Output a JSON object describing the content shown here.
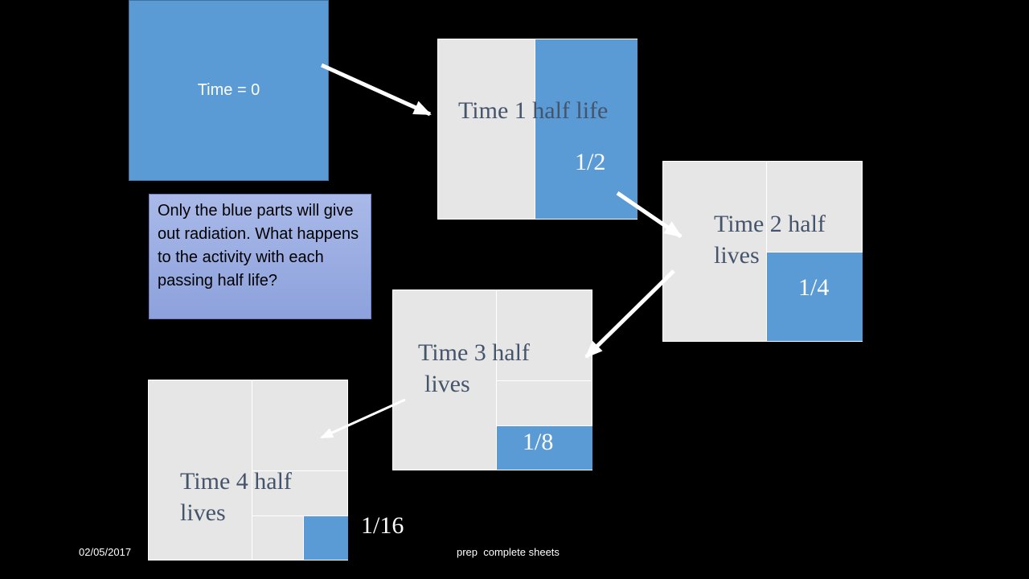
{
  "stage0": {
    "label": "Time = 0"
  },
  "stage1": {
    "label": "Time 1 half life",
    "fraction": "1/2"
  },
  "stage2": {
    "label_line1": "Time 2 half",
    "label_line2": "lives",
    "fraction": "1/4"
  },
  "stage3": {
    "label_line1": "Time 3 half",
    "label_line2": "lives",
    "fraction": "1/8"
  },
  "stage4": {
    "label_line1": "Time 4 half",
    "label_line2": "lives",
    "fraction": "1/16"
  },
  "note": {
    "text": "Only the blue parts will give out radiation. What happens to the activity with each passing half life?"
  },
  "footer": {
    "date": "02/05/2017",
    "center_text": "prep  complete sheets"
  },
  "colors": {
    "background": "#000000",
    "active": "#5b9bd5",
    "decayed": "#e7e6e6",
    "note_fill": "#a9b9e8",
    "label_text": "#44546a"
  }
}
